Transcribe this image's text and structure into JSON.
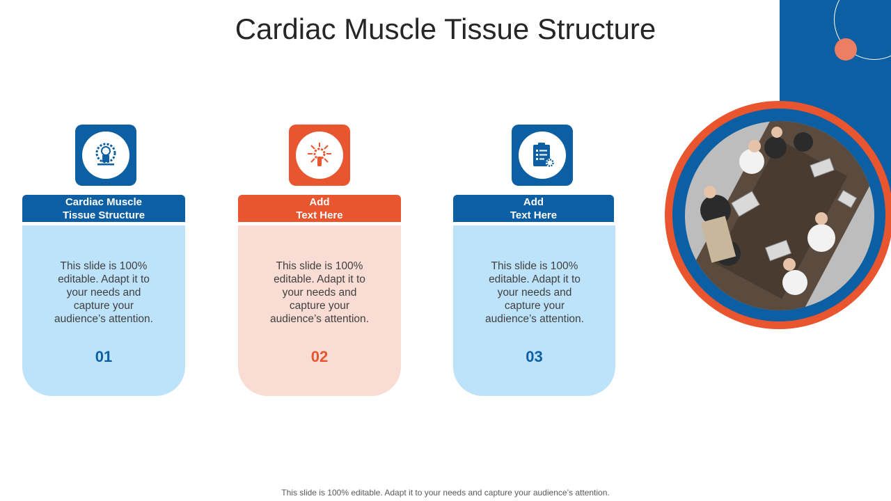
{
  "title": "Cardiac Muscle Tissue Structure",
  "cards": [
    {
      "header_line1": "Cardiac Muscle",
      "header_line2": "Tissue Structure",
      "desc": "This slide is 100% editable. Adapt it to your needs and capture your audience’s attention.",
      "number": "01",
      "icon": "idea-gear-icon"
    },
    {
      "header_line1": "Add",
      "header_line2": "Text Here",
      "desc": "This slide is 100% editable. Adapt it to your needs and capture your audience’s attention.",
      "number": "02",
      "icon": "hand-gear-arrows-icon"
    },
    {
      "header_line1": "Add",
      "header_line2": "Text Here",
      "desc": "This slide is 100% editable. Adapt it to your needs and capture your audience’s attention.",
      "number": "03",
      "icon": "clipboard-gear-icon"
    }
  ],
  "footer": "This slide is 100% editable. Adapt it to your needs and capture your audience’s attention.",
  "colors": {
    "blue": "#0d5fa3",
    "orange": "#e8552e",
    "light_blue": "#bde3fb",
    "light_orange": "#f9dcd3"
  }
}
